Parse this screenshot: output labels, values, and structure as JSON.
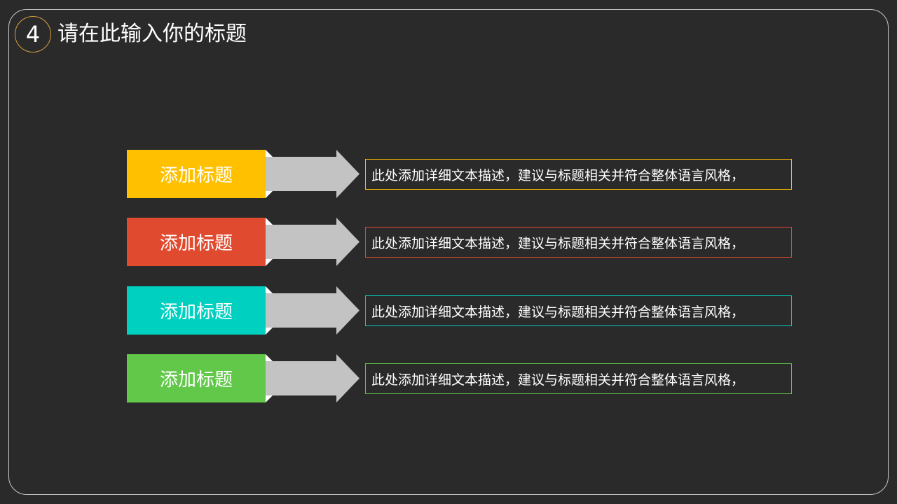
{
  "slide": {
    "number": "4",
    "title": "请在此输入你的标题",
    "accent_color": "#d8a040",
    "background": "#2a2a2a"
  },
  "rows": [
    {
      "label": "添加标题",
      "description": "此处添加详细文本描述，建议与标题相关并符合整体语言风格，",
      "color": "#ffc000"
    },
    {
      "label": "添加标题",
      "description": "此处添加详细文本描述，建议与标题相关并符合整体语言风格，",
      "color": "#e04a2f"
    },
    {
      "label": "添加标题",
      "description": "此处添加详细文本描述，建议与标题相关并符合整体语言风格，",
      "color": "#00d0c0"
    },
    {
      "label": "添加标题",
      "description": "此处添加详细文本描述，建议与标题相关并符合整体语言风格，",
      "color": "#62c84a"
    }
  ]
}
